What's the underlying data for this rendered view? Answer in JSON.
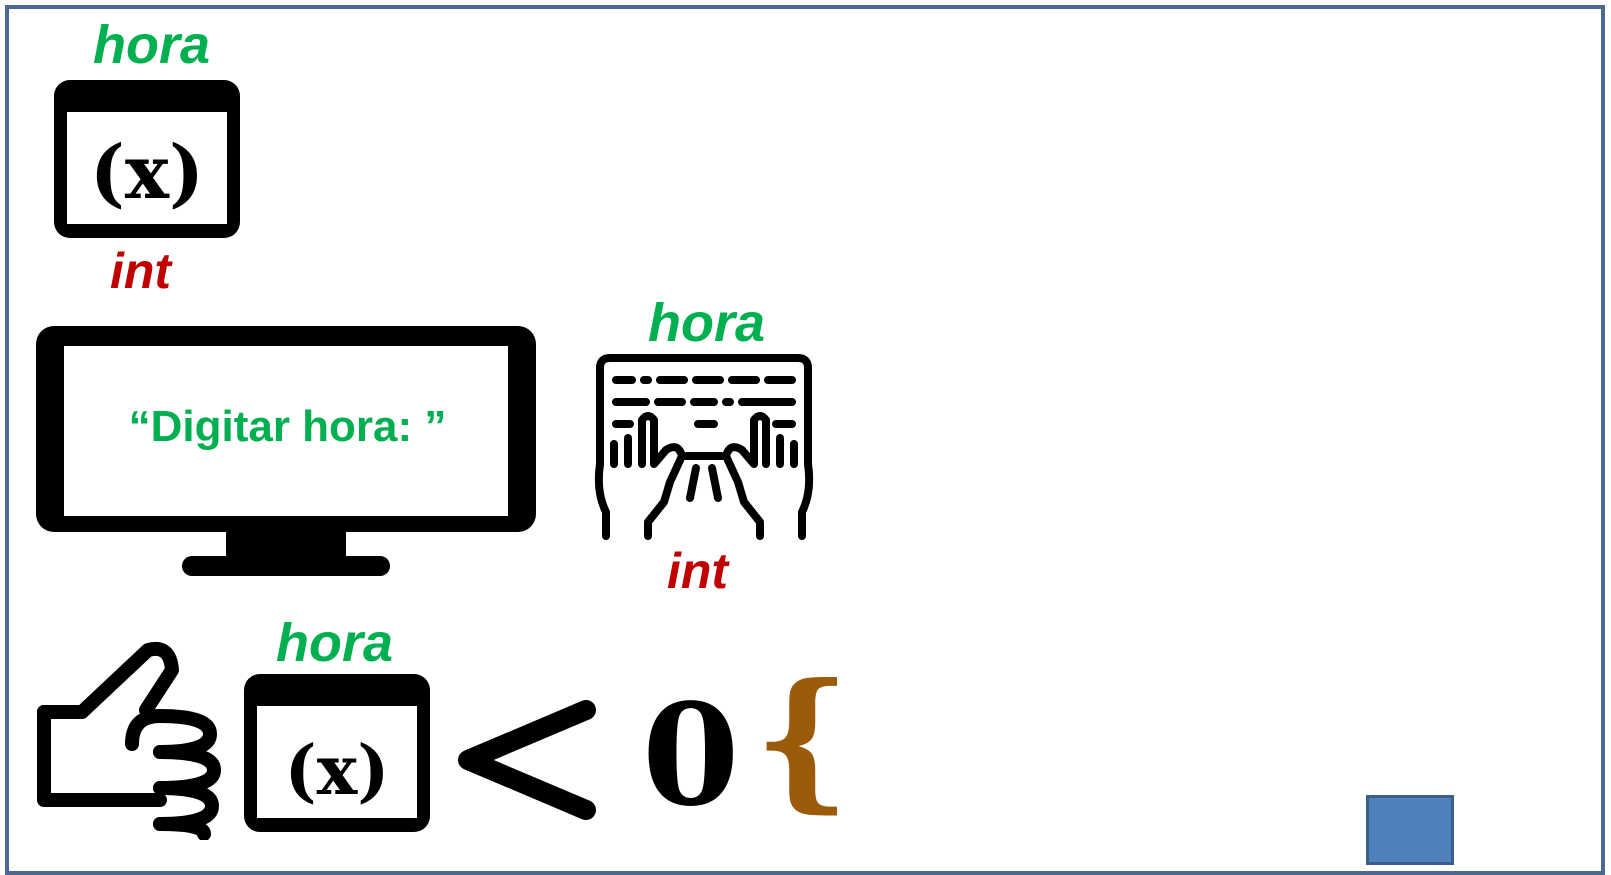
{
  "declaration": {
    "var_name": "hora",
    "var_type": "int",
    "icon_symbol": "(x)"
  },
  "io": {
    "screen_message": "“Digitar hora: ”",
    "input_var_name": "hora",
    "input_var_type": "int"
  },
  "condition": {
    "var_name": "hora",
    "icon_symbol": "(x)",
    "operator": "<",
    "value": "0",
    "brace": "{"
  },
  "colors": {
    "var_name": "#00b050",
    "var_type": "#c00000",
    "brace": "#9c5b0a",
    "frame": "#4a6a94",
    "block": "#4f81bd"
  }
}
